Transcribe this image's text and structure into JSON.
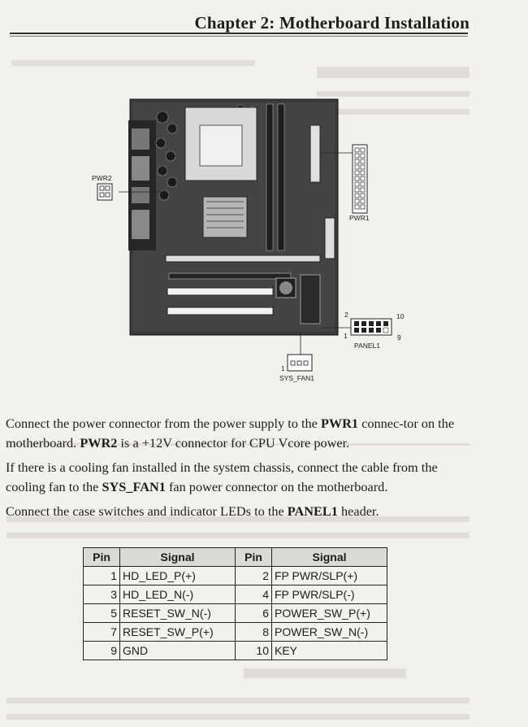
{
  "header": {
    "chapter_title": "Chapter 2: Motherboard Installation"
  },
  "figure": {
    "labels": {
      "pwr2": "PWR2",
      "pwr1": "PWR1",
      "panel1": "PANEL1",
      "sys_fan1": "SYS_FAN1",
      "panel_pin_2": "2",
      "panel_pin_10": "10",
      "panel_pin_1": "1",
      "panel_pin_9": "9",
      "fan_pin_1": "1"
    }
  },
  "paragraphs": {
    "p1": {
      "t1": "Connect the power connector from the power supply to the ",
      "b1": "PWR1",
      "t2": " connec-tor on the motherboard. ",
      "b2": "PWR2",
      "t3": " is a +12V connector for CPU Vcore power."
    },
    "p2": {
      "t1": "If there is a cooling fan installed in the system chassis, connect the cable from the cooling fan to the ",
      "b1": "SYS_FAN1",
      "t2": " fan power connector on the motherboard."
    },
    "p3": {
      "t1": "Connect the case switches and indicator LEDs to the ",
      "b1": "PANEL1",
      "t2": " header."
    }
  },
  "table": {
    "headers": [
      "Pin",
      "Signal",
      "Pin",
      "Signal"
    ],
    "rows": [
      [
        "1",
        "HD_LED_P(+)",
        "2",
        "FP PWR/SLP(+)"
      ],
      [
        "3",
        "HD_LED_N(-)",
        "4",
        "FP PWR/SLP(-)"
      ],
      [
        "5",
        "RESET_SW_N(-)",
        "6",
        "POWER_SW_P(+)"
      ],
      [
        "7",
        "RESET_SW_P(+)",
        "8",
        "POWER_SW_N(-)"
      ],
      [
        "9",
        "GND",
        "10",
        "KEY"
      ]
    ]
  },
  "colors": {
    "paper": "#f3f1ee",
    "ink": "#1c1c1c",
    "board": "#3a3a3a"
  }
}
